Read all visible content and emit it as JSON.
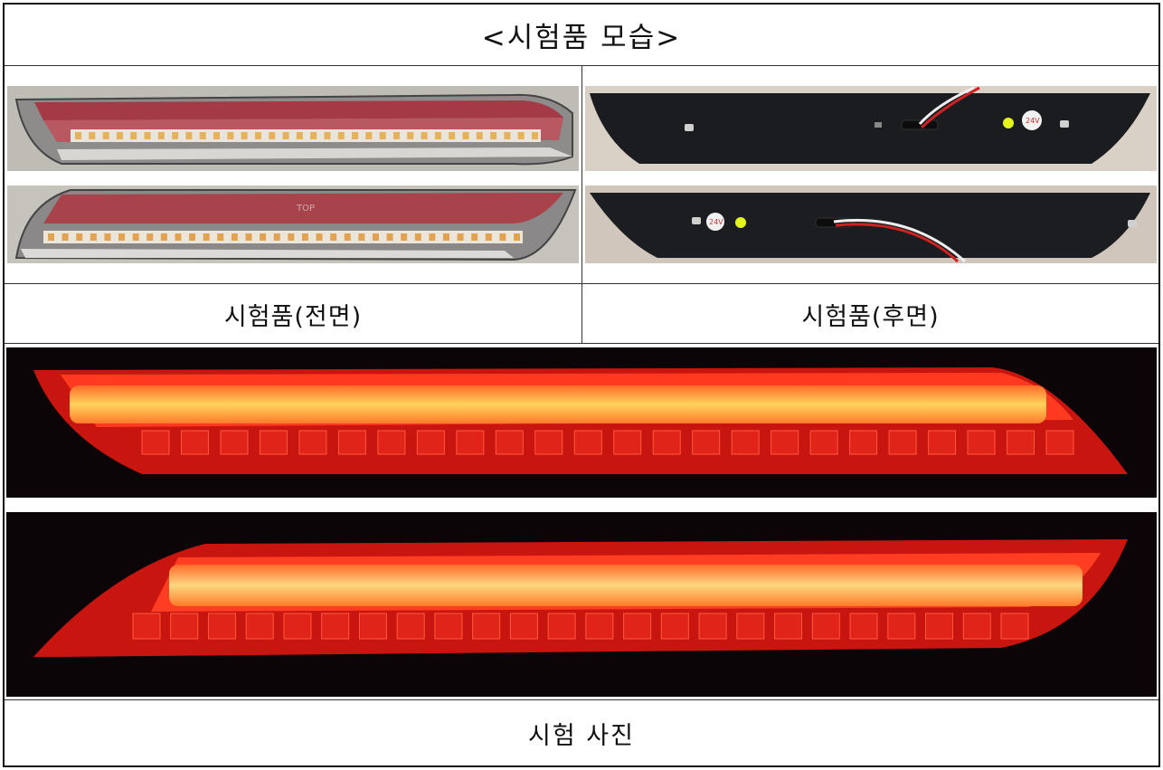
{
  "title": "<시험품 모습>",
  "captions": {
    "front": "시험품(전면)",
    "rear": "시험품(후면)",
    "test": "시험 사진"
  },
  "labels": {
    "voltage": "24V",
    "top_mark": "TOP"
  },
  "colors": {
    "border": "#111111",
    "watermark_yellow": "#fff3b0",
    "watermark_cyan": "#c9f2f6",
    "lamp_red": "#ff2a1a",
    "lamp_core": "#ffd25a"
  }
}
